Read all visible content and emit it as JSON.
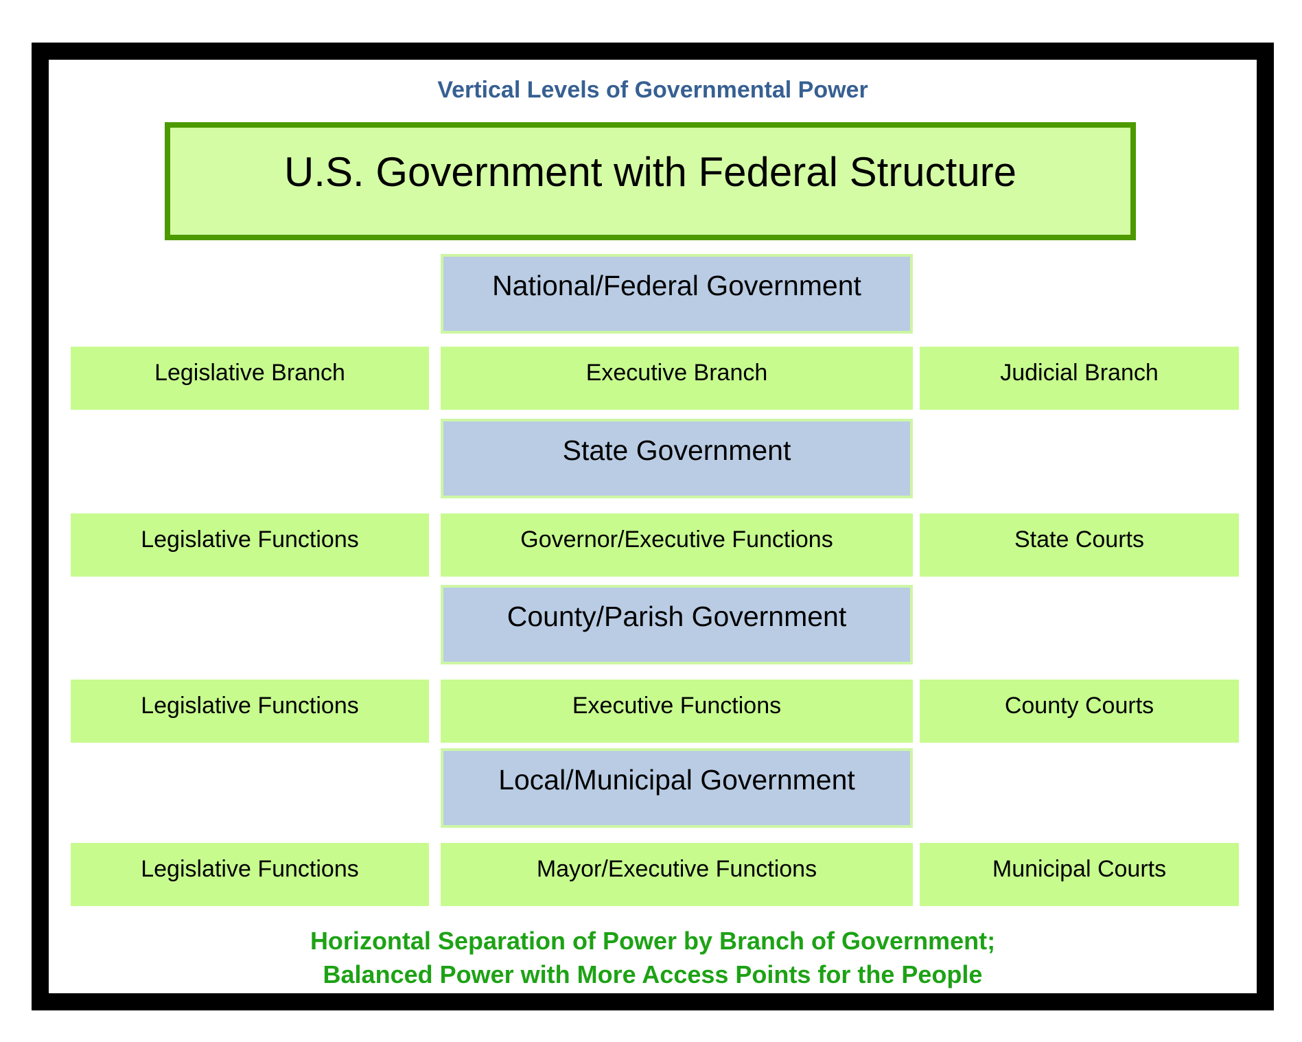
{
  "subtitle": "Vertical Levels of Governmental Power",
  "title": "U.S. Government with Federal Structure",
  "levels": [
    {
      "label": "National/Federal Government"
    },
    {
      "label": "State Government"
    },
    {
      "label": "County/Parish Government"
    },
    {
      "label": "Local/Municipal Government"
    }
  ],
  "rows": [
    {
      "left": "Legislative Branch",
      "middle": "Executive Branch",
      "right": "Judicial Branch"
    },
    {
      "left": "Legislative Functions",
      "middle": "Governor/Executive Functions",
      "right": "State Courts"
    },
    {
      "left": "Legislative Functions",
      "middle": "Executive Functions",
      "right": "County Courts"
    },
    {
      "left": "Legislative Functions",
      "middle": "Mayor/Executive Functions",
      "right": "Municipal Courts"
    }
  ],
  "caption": {
    "line1": "Horizontal Separation of Power by Branch of Government;",
    "line2": "Balanced Power with More Access Points for the People"
  },
  "colors": {
    "frame_border": "#000000",
    "green_fill": "#c7fb8e",
    "title_fill": "#d4fca4",
    "dark_green_border": "#4c9a00",
    "blue_fill": "#b9cce4",
    "blue_box_border": "#cdf6a5",
    "subtitle_blue": "#376092",
    "caption_green": "#1da215"
  }
}
